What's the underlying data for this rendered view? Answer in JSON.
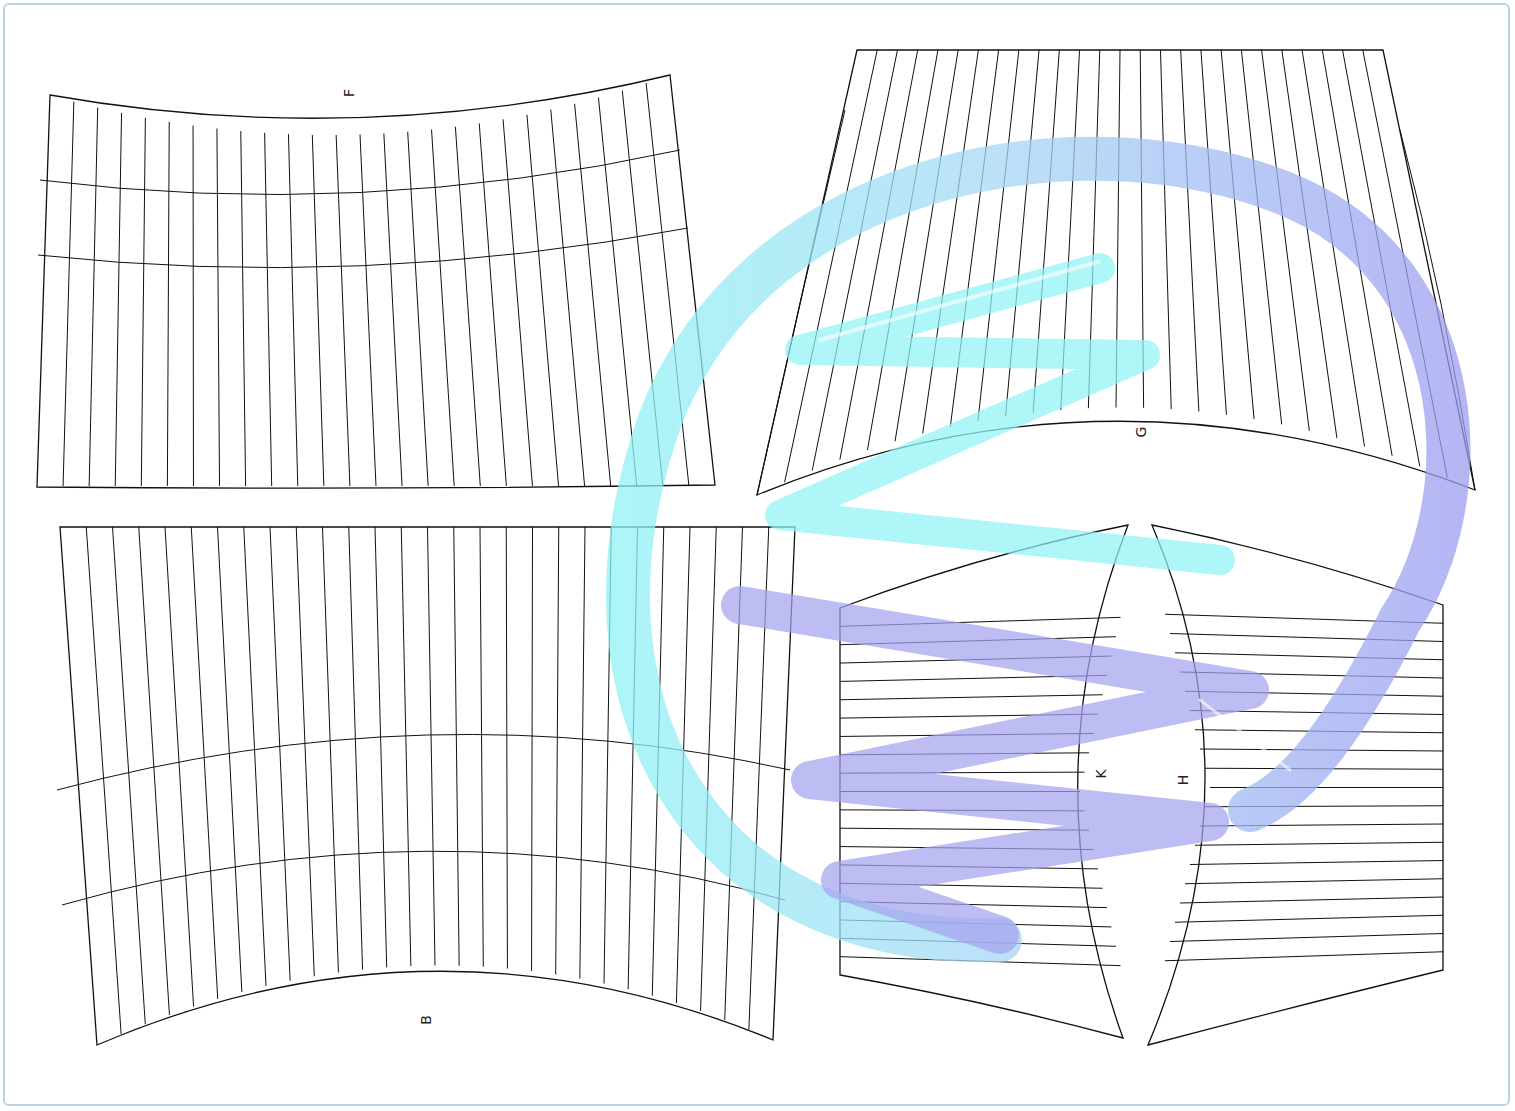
{
  "diagram": {
    "labels": [
      "F",
      "G",
      "K",
      "H",
      "B"
    ]
  }
}
